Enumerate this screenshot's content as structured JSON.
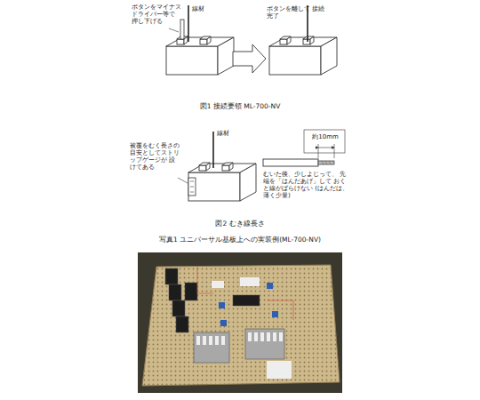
{
  "diagram": {
    "labels": [
      "ボタンをマイナス ドライバー等で 押し下げる",
      "線材",
      "ボタンを離して 接続完了",
      "図1 接続要領 ML-700-NV",
      "被覆をむく長さの目安としてストリップゲージが 設けてある",
      "線材",
      "約10mm",
      "むいた後、少しよじって、 先端を「はんだあげ」して おくと線がばらけない (はんだは、薄く少量)",
      "図2 むき線長さ",
      "写真1 ユニバーサル基板上への実装例(ML-700-NV)"
    ]
  }
}
